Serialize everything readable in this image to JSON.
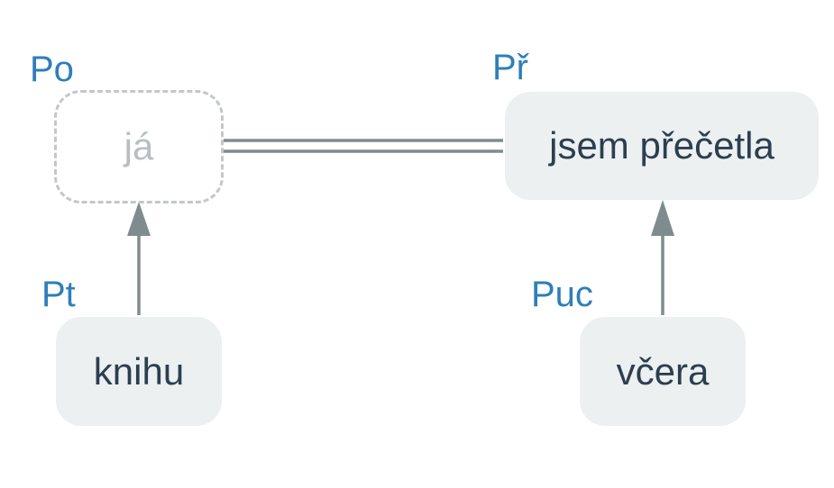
{
  "colors": {
    "role_label": "#2e7fb8",
    "node_fill": "#ecf0f1",
    "node_text": "#2c3e50",
    "ghost_border": "#c3c7c9",
    "ghost_text": "#b9bec1",
    "connector": "#7f8c8d"
  },
  "diagram": {
    "nodes": [
      {
        "id": "ja",
        "text": "já",
        "role": "Po",
        "style": "ghost"
      },
      {
        "id": "jsem-precetla",
        "text": "jsem přečetla",
        "role": "Př",
        "style": "solid"
      },
      {
        "id": "knihu",
        "text": "knihu",
        "role": "Pt",
        "style": "solid"
      },
      {
        "id": "vcera",
        "text": "včera",
        "role": "Puc",
        "style": "solid"
      }
    ],
    "edges": [
      {
        "from": "ja",
        "to": "jsem-precetla",
        "kind": "double-line"
      },
      {
        "from": "knihu",
        "to": "ja",
        "kind": "arrow"
      },
      {
        "from": "vcera",
        "to": "jsem-precetla",
        "kind": "arrow"
      }
    ]
  }
}
